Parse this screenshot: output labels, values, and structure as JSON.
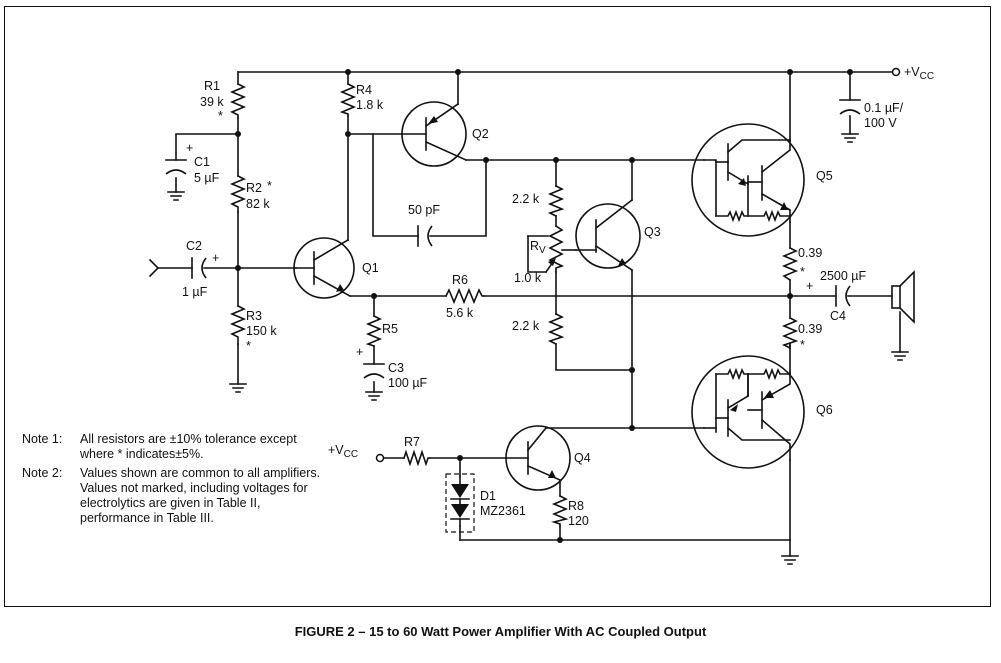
{
  "labels": {
    "r1": "R1",
    "r1_val": "39 k",
    "r1_tol": "*",
    "r2": "R2",
    "r2_tol": "*",
    "r2_val": "82 k",
    "r3": "R3",
    "r3_val": "150 k",
    "r3_tol": "*",
    "r4": "R4",
    "r4_val": "1.8 k",
    "r5": "R5",
    "r6": "R6",
    "r6_val": "5.6 k",
    "r7": "R7",
    "r8": "R8",
    "r8_val": "120",
    "r_top": "2.2 k",
    "r_bot": "2.2 k",
    "rv": "R",
    "rv_sub": "V",
    "rv_val": "1.0 k",
    "c1": "C1",
    "c1_plus": "+",
    "c1_val": "5 µF",
    "c2": "C2",
    "c2_plus": "+",
    "c2_val": "1 µF",
    "c3": "C3",
    "c3_plus": "+",
    "c3_val": "100 µF",
    "c4": "C4",
    "c4_plus": "+",
    "c4_val": "2500 µF",
    "c_mill": "50 pF",
    "c_bypass": "0.1 µF/",
    "c_bypass_v": "100 V",
    "re5": "0.39",
    "re5_tol": "*",
    "re6": "0.39",
    "re6_tol": "*",
    "q1": "Q1",
    "q2": "Q2",
    "q3": "Q3",
    "q4": "Q4",
    "q5": "Q5",
    "q6": "Q6",
    "d1": "D1",
    "d1_part": "MZ2361",
    "vcc_top": "+V",
    "vcc_top_sub": "CC",
    "vcc_left": "+V",
    "vcc_left_sub": "CC"
  },
  "notes": [
    {
      "label": "Note 1:",
      "text": "All resistors are ±10% tolerance except where * indicates±5%."
    },
    {
      "label": "Note 2:",
      "text": "Values shown are common to all amplifiers. Values not marked, including voltages for electrolytics are given in Table II, performance in Table III."
    }
  ],
  "caption": "FIGURE 2 – 15 to 60 Watt Power Amplifier With AC Coupled Output"
}
